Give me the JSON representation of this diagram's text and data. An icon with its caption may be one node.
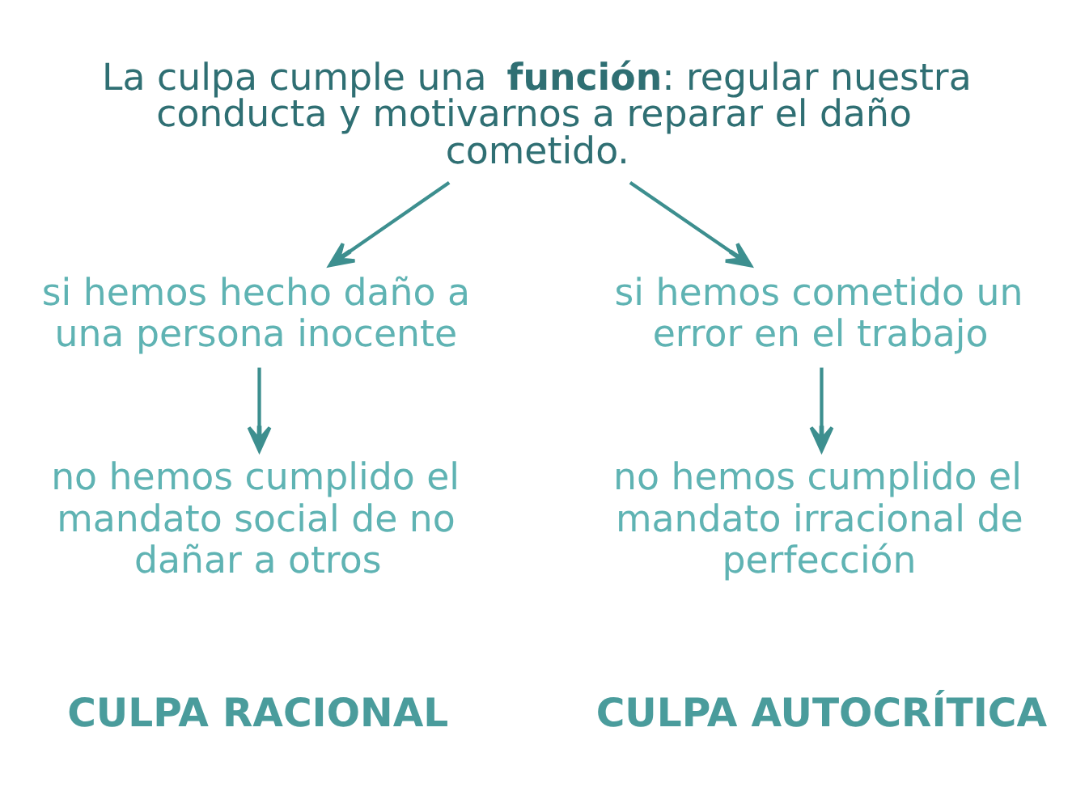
{
  "diagram": {
    "nodes": [
      {
        "text": [
          "La culpa cumple una **función**: regular nuestra conducta y motivarnos a reparar el daño cometido."
        ]
      },
      {
        "text": [
          "si hemos hecho daño a una persona inocente"
        ]
      },
      {
        "text": [
          "si hemos cometido un error en el trabajo"
        ]
      },
      {
        "text": [
          "no hemos cumplido el mandato social de no dañar a otros"
        ],
        "beside": [
          "CULPA RACIONAL"
        ]
      },
      {
        "text": [
          "no hemos cumplido el mandato irracional de perfección"
        ],
        "beside": [
          "CULPA AUTOCRÍTICA"
        ]
      }
    ],
    "edges": [
      {
        "from": 0,
        "to": 1,
        "arrow": "to"
      },
      {
        "from": 0,
        "to": 2,
        "arrow": "to"
      },
      {
        "from": 1,
        "to": 3,
        "arrow": "to"
      },
      {
        "from": 2,
        "to": 4,
        "arrow": "to"
      }
    ]
  }
}
